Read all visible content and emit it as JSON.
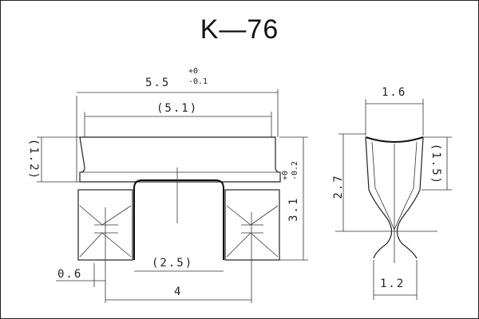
{
  "title": "K—76",
  "dimensions": {
    "overall_length": "5.5",
    "overall_length_tol_upper": "+0",
    "overall_length_tol_lower": "-0.1",
    "ref_length": "(5.1)",
    "ref_height_left": "(1.2)",
    "height_right": "3.1",
    "height_right_tol_upper": "+0",
    "height_right_tol_lower": "-0.2",
    "gap": "(2.5)",
    "offset": "0.6",
    "pitch": "4",
    "side_width": "1.6",
    "side_ref_height": "(1.5)",
    "side_height": "2.7",
    "side_bottom_width": "1.2"
  }
}
